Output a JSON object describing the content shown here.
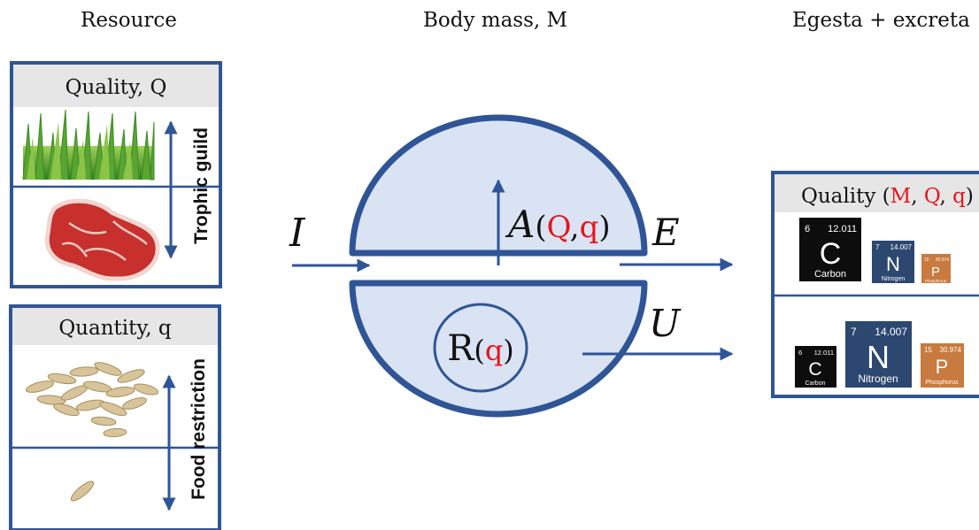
{
  "headers": {
    "resource": "Resource",
    "body_mass": "Body mass, M",
    "egesta": "Egesta + excreta"
  },
  "quality_box": {
    "title": "Quality, Q",
    "axis_label": "Trophic guild"
  },
  "quantity_box": {
    "title": "Quantity, q",
    "axis_label": "Food restriction"
  },
  "body": {
    "input_label": "I",
    "assimilation_letter": "A",
    "assim_open": "(",
    "assim_Q": "Q",
    "assim_comma": ",",
    "assim_q": "q",
    "assim_close": ")",
    "egestion_label": "E",
    "excretion_label": "U",
    "resp_letter": "R",
    "resp_open": "(",
    "resp_q": "q",
    "resp_close": ")"
  },
  "output_quality": {
    "prefix": "Quality (",
    "M": "M",
    "sep1": ", ",
    "Q": "Q",
    "sep2": ", ",
    "q": "q",
    "suffix": ")"
  },
  "elements_row1": [
    {
      "number": "6",
      "mass": "12.011",
      "symbol": "C",
      "name": "Carbon"
    },
    {
      "number": "7",
      "mass": "14.007",
      "symbol": "N",
      "name": "Nitrogen"
    },
    {
      "number": "15",
      "mass": "30.974",
      "symbol": "P",
      "name": "Phosphorus"
    }
  ],
  "elements_row2": [
    {
      "number": "6",
      "mass": "12.011",
      "symbol": "C",
      "name": "Carbon"
    },
    {
      "number": "7",
      "mass": "14.007",
      "symbol": "N",
      "name": "Nitrogen"
    },
    {
      "number": "15",
      "mass": "30.974",
      "symbol": "P",
      "name": "Phosphorus"
    }
  ],
  "colors": {
    "frame_blue": "#2f5597",
    "fill_blue": "#dae3f3",
    "highlight_red": "#e8141b",
    "carbon": "#0d0d0d",
    "nitrogen": "#2c4770",
    "phosphorus": "#c97a3e"
  }
}
